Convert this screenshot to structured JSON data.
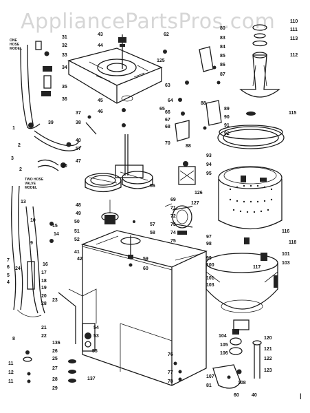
{
  "watermark": "AppliancePartsPros.com",
  "page_mark": "l",
  "sublabels": {
    "left_top": [
      "ONE",
      "HOSE",
      "MODEL"
    ],
    "left_mid": [
      "TWO HOSE",
      "VALVE",
      "MODEL"
    ]
  },
  "part_labels": [
    {
      "text": "31"
    },
    {
      "text": "32"
    },
    {
      "text": "33"
    },
    {
      "text": "34"
    },
    {
      "text": "35"
    },
    {
      "text": "36"
    },
    {
      "text": "1"
    },
    {
      "text": "2"
    },
    {
      "text": "39"
    },
    {
      "text": "40"
    },
    {
      "text": "3"
    },
    {
      "text": "2"
    },
    {
      "text": "40"
    },
    {
      "text": "43"
    },
    {
      "text": "44"
    },
    {
      "text": "45"
    },
    {
      "text": "46"
    },
    {
      "text": "37"
    },
    {
      "text": "38"
    },
    {
      "text": "57"
    },
    {
      "text": "47"
    },
    {
      "text": "48"
    },
    {
      "text": "49"
    },
    {
      "text": "50"
    },
    {
      "text": "51"
    },
    {
      "text": "52"
    },
    {
      "text": "15"
    },
    {
      "text": "14"
    },
    {
      "text": "13"
    },
    {
      "text": "10"
    },
    {
      "text": "9"
    },
    {
      "text": "7"
    },
    {
      "text": "6"
    },
    {
      "text": "5"
    },
    {
      "text": "4"
    },
    {
      "text": "24"
    },
    {
      "text": "41"
    },
    {
      "text": "42"
    },
    {
      "text": "16"
    },
    {
      "text": "17"
    },
    {
      "text": "18"
    },
    {
      "text": "19"
    },
    {
      "text": "20"
    },
    {
      "text": "28"
    },
    {
      "text": "23"
    },
    {
      "text": "21"
    },
    {
      "text": "22"
    },
    {
      "text": "8"
    },
    {
      "text": "136"
    },
    {
      "text": "26"
    },
    {
      "text": "25"
    },
    {
      "text": "27"
    },
    {
      "text": "28"
    },
    {
      "text": "29"
    },
    {
      "text": "11"
    },
    {
      "text": "12"
    },
    {
      "text": "11"
    },
    {
      "text": "137"
    },
    {
      "text": "54"
    },
    {
      "text": "53"
    },
    {
      "text": "55"
    },
    {
      "text": "57"
    },
    {
      "text": "58"
    },
    {
      "text": "59"
    },
    {
      "text": "60"
    },
    {
      "text": "62"
    },
    {
      "text": "63"
    },
    {
      "text": "64"
    },
    {
      "text": "65"
    },
    {
      "text": "66"
    },
    {
      "text": "67"
    },
    {
      "text": "68"
    },
    {
      "text": "70"
    },
    {
      "text": "56"
    },
    {
      "text": "69"
    },
    {
      "text": "71"
    },
    {
      "text": "72"
    },
    {
      "text": "73"
    },
    {
      "text": "74"
    },
    {
      "text": "75"
    },
    {
      "text": "125"
    },
    {
      "text": "80"
    },
    {
      "text": "83"
    },
    {
      "text": "84"
    },
    {
      "text": "85"
    },
    {
      "text": "86"
    },
    {
      "text": "87"
    },
    {
      "text": "88"
    },
    {
      "text": "89"
    },
    {
      "text": "90"
    },
    {
      "text": "91"
    },
    {
      "text": "92"
    },
    {
      "text": "93"
    },
    {
      "text": "94"
    },
    {
      "text": "95"
    },
    {
      "text": "88"
    },
    {
      "text": "126"
    },
    {
      "text": "127"
    },
    {
      "text": "97"
    },
    {
      "text": "98"
    },
    {
      "text": "99"
    },
    {
      "text": "100"
    },
    {
      "text": "101"
    },
    {
      "text": "103"
    },
    {
      "text": "110"
    },
    {
      "text": "111"
    },
    {
      "text": "113"
    },
    {
      "text": "112"
    },
    {
      "text": "115"
    },
    {
      "text": "116"
    },
    {
      "text": "118"
    },
    {
      "text": "117"
    },
    {
      "text": "101"
    },
    {
      "text": "103"
    },
    {
      "text": "104"
    },
    {
      "text": "105"
    },
    {
      "text": "106"
    },
    {
      "text": "120"
    },
    {
      "text": "121"
    },
    {
      "text": "122"
    },
    {
      "text": "123"
    },
    {
      "text": "107"
    },
    {
      "text": "81"
    },
    {
      "text": "108"
    },
    {
      "text": "60"
    },
    {
      "text": "40"
    },
    {
      "text": "76"
    },
    {
      "text": "77"
    },
    {
      "text": "78"
    }
  ]
}
